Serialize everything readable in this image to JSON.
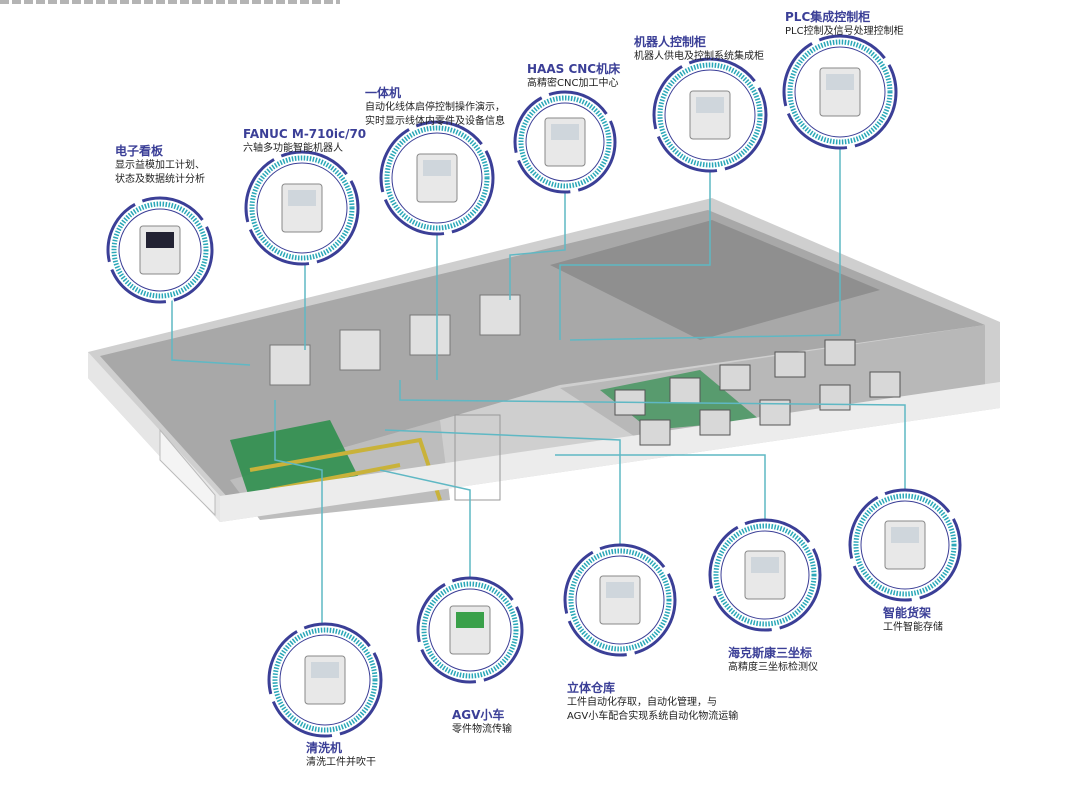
{
  "colors": {
    "title": "#3b3f97",
    "ring_outer": "#3b3f97",
    "ring_inner": "#2aa7b8",
    "connector": "#5fb8c4",
    "floor_green": "#2f8f4e",
    "floor_line": "#c9b23a",
    "wall": "#d9d9d9"
  },
  "callouts": [
    {
      "title": "电子看板",
      "desc": [
        "显示益模加工计划、",
        "状态及数据统计分析"
      ],
      "icon": "monitor-board"
    },
    {
      "title": "FANUC M-710ic/70",
      "desc": [
        "六轴多功能智能机器人"
      ],
      "icon": "robot-arm"
    },
    {
      "title": "一体机",
      "desc": [
        "自动化线体启停控制操作演示，",
        "实时显示线体内零件及设备信息"
      ],
      "icon": "kiosk-terminal"
    },
    {
      "title": "HAAS CNC机床",
      "desc": [
        "高精密CNC加工中心"
      ],
      "icon": "cnc-machine"
    },
    {
      "title": "机器人控制柜",
      "desc": [
        "机器人供电及控制系统集成柜"
      ],
      "icon": "control-cabinet"
    },
    {
      "title": "PLC集成控制柜",
      "desc": [
        "PLC控制及信号处理控制柜"
      ],
      "icon": "plc-cabinet"
    },
    {
      "title": "智能货架",
      "desc": [
        "工件智能存储"
      ],
      "icon": "smart-shelf"
    },
    {
      "title": "海克斯康三坐标",
      "desc": [
        "高精度三坐标检测仪"
      ],
      "icon": "cmm-machine"
    },
    {
      "title": "立体仓库",
      "desc": [
        "工件自动化存取，自动化管理，与",
        "AGV小车配合实现系统自动化物流运输"
      ],
      "icon": "stereo-warehouse"
    },
    {
      "title": "AGV小车",
      "desc": [
        "零件物流传输"
      ],
      "icon": "agv-cart"
    },
    {
      "title": "清洗机",
      "desc": [
        "清洗工件并吹干"
      ],
      "icon": "washing-machine"
    }
  ]
}
